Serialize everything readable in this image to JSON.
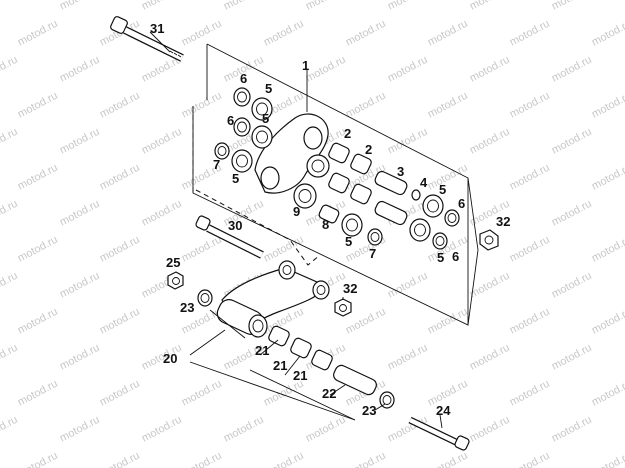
{
  "watermark": "motod.ru",
  "callouts": [
    {
      "id": "c31",
      "text": "31"
    },
    {
      "id": "c1",
      "text": "1"
    },
    {
      "id": "c6a",
      "text": "6"
    },
    {
      "id": "c5a",
      "text": "5"
    },
    {
      "id": "c6b",
      "text": "6"
    },
    {
      "id": "c5b",
      "text": "5"
    },
    {
      "id": "c7a",
      "text": "7"
    },
    {
      "id": "c5c",
      "text": "5"
    },
    {
      "id": "c2a",
      "text": "2"
    },
    {
      "id": "c2b",
      "text": "2"
    },
    {
      "id": "c3",
      "text": "3"
    },
    {
      "id": "c4",
      "text": "4"
    },
    {
      "id": "c5d",
      "text": "5"
    },
    {
      "id": "c6c",
      "text": "6"
    },
    {
      "id": "c9",
      "text": "9"
    },
    {
      "id": "c8",
      "text": "8"
    },
    {
      "id": "c5e",
      "text": "5"
    },
    {
      "id": "c7b",
      "text": "7"
    },
    {
      "id": "c5f",
      "text": "5"
    },
    {
      "id": "c6d",
      "text": "6"
    },
    {
      "id": "c32a",
      "text": "32"
    },
    {
      "id": "c30",
      "text": "30"
    },
    {
      "id": "c25",
      "text": "25"
    },
    {
      "id": "c32b",
      "text": "32"
    },
    {
      "id": "c23a",
      "text": "23"
    },
    {
      "id": "c20",
      "text": "20"
    },
    {
      "id": "c21a",
      "text": "21"
    },
    {
      "id": "c21b",
      "text": "21"
    },
    {
      "id": "c21c",
      "text": "21"
    },
    {
      "id": "c22",
      "text": "22"
    },
    {
      "id": "c23b",
      "text": "23"
    },
    {
      "id": "c24",
      "text": "24"
    }
  ]
}
